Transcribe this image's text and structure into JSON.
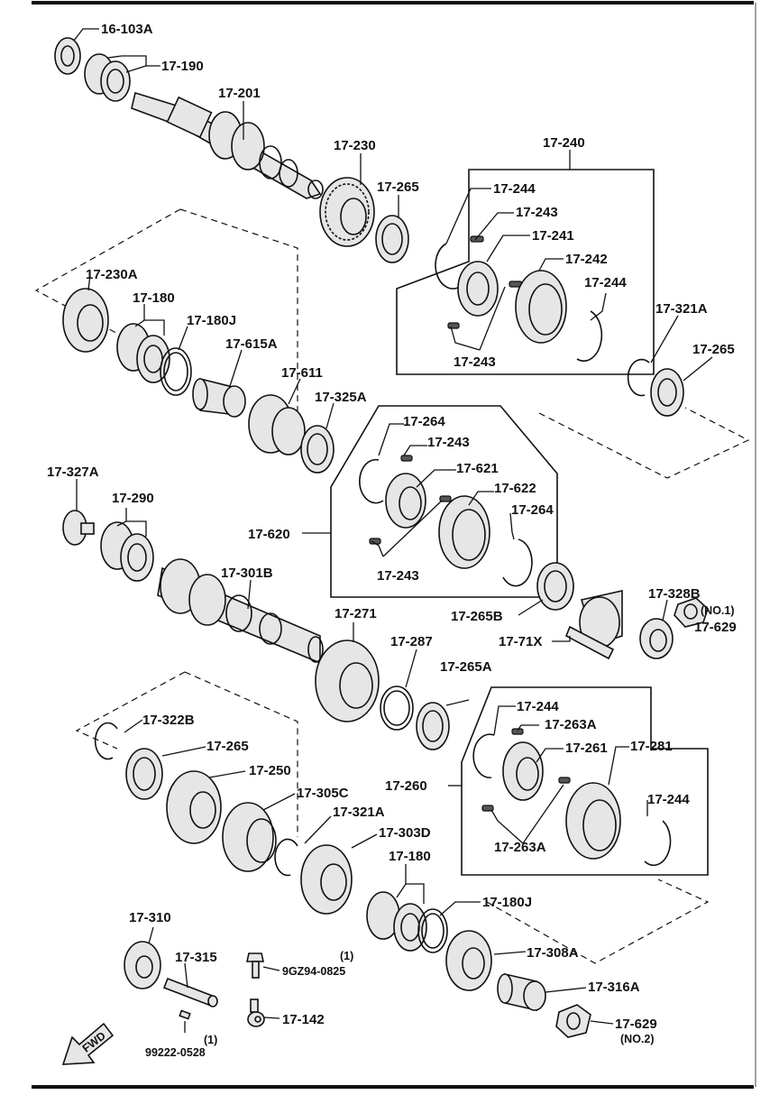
{
  "labels": {
    "l16_103A": "16-103A",
    "l17_190": "17-190",
    "l17_201": "17-201",
    "l17_230": "17-230",
    "l17_240": "17-240",
    "l17_265_a": "17-265",
    "l17_244_a": "17-244",
    "l17_243_a": "17-243",
    "l17_241": "17-241",
    "l17_242": "17-242",
    "l17_244_b": "17-244",
    "l17_243_b": "17-243",
    "l17_230A": "17-230A",
    "l17_180_a": "17-180",
    "l17_180J_a": "17-180J",
    "l17_615A": "17-615A",
    "l17_611": "17-611",
    "l17_325A": "17-325A",
    "l17_321A_a": "17-321A",
    "l17_265_b": "17-265",
    "l17_264_a": "17-264",
    "l17_243_c": "17-243",
    "l17_621": "17-621",
    "l17_622": "17-622",
    "l17_264_b": "17-264",
    "l17_620": "17-620",
    "l17_243_d": "17-243",
    "l17_327A": "17-327A",
    "l17_290": "17-290",
    "l17_301B": "17-301B",
    "l17_265B": "17-265B",
    "l17_328B": "17-328B",
    "l_no1": "(NO.1)",
    "l17_629_a": "17-629",
    "l17_71X": "17-71X",
    "l17_271": "17-271",
    "l17_287": "17-287",
    "l17_265A": "17-265A",
    "l17_322B": "17-322B",
    "l17_265_c": "17-265",
    "l17_250": "17-250",
    "l17_305C": "17-305C",
    "l17_321A_b": "17-321A",
    "l17_303D": "17-303D",
    "l17_244_c": "17-244",
    "l17_263A_a": "17-263A",
    "l17_261": "17-261",
    "l17_260": "17-260",
    "l17_281": "17-281",
    "l17_244_d": "17-244",
    "l17_263A_b": "17-263A",
    "l17_180_b": "17-180",
    "l17_180J_b": "17-180J",
    "l17_310": "17-310",
    "l17_315": "17-315",
    "l_qty1_a": "(1)",
    "l9GZ94": "9GZ94-0825",
    "l17_308A": "17-308A",
    "l17_316A": "17-316A",
    "l17_142": "17-142",
    "l_qty1_b": "(1)",
    "l99222": "99222-0528",
    "l17_629_b": "17-629",
    "l_no2": "(NO.2)",
    "fwd": "FWD"
  }
}
